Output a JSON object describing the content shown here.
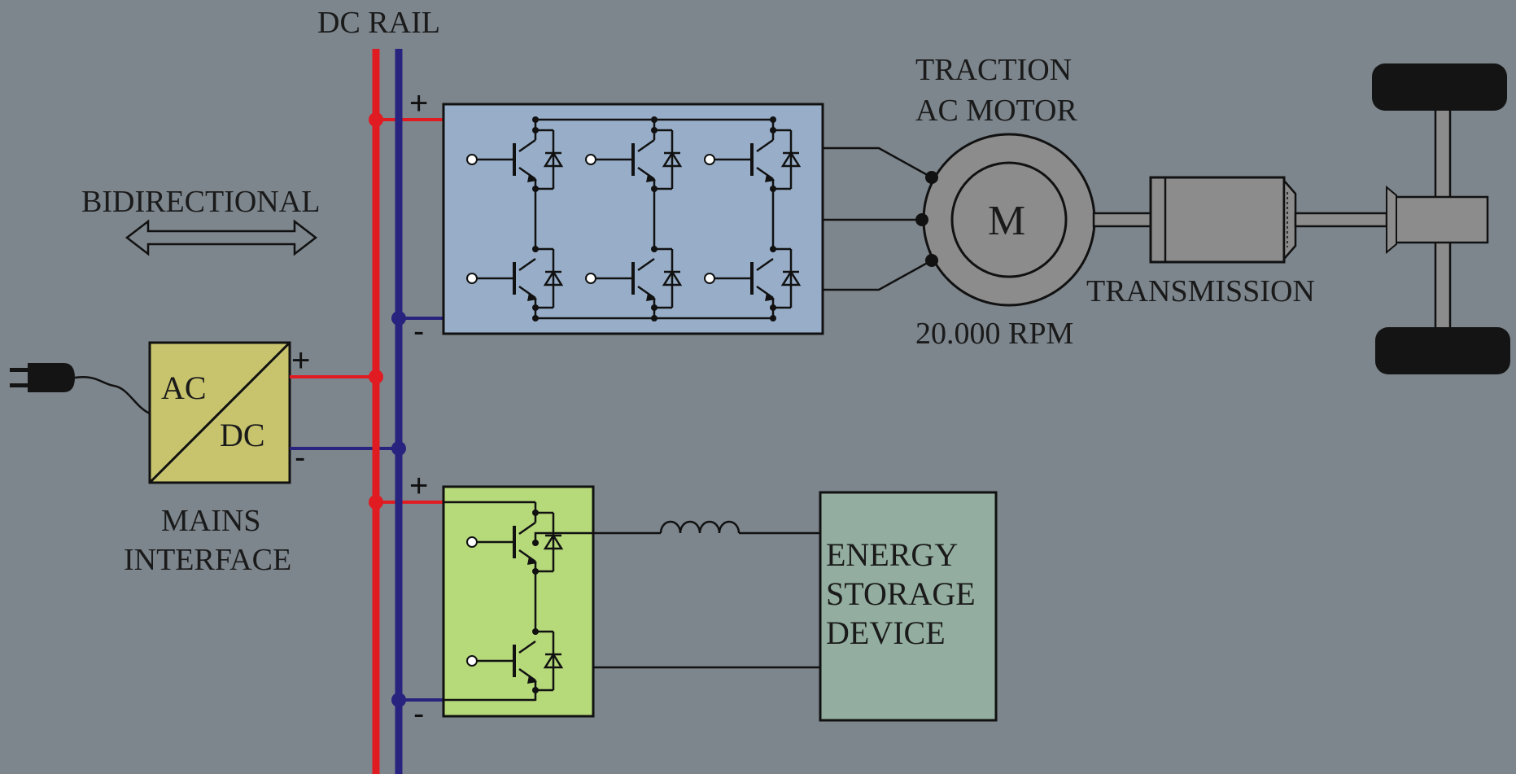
{
  "labels": {
    "dc_rail": "DC RAIL",
    "bidirectional": "BIDIRECTIONAL",
    "traction_motor_line1": "TRACTION",
    "traction_motor_line2": "AC MOTOR",
    "motor_symbol": "M",
    "transmission": "TRANSMISSION",
    "rpm": "20.000 RPM",
    "mains_interface_line1": "MAINS",
    "mains_interface_line2": "INTERFACE",
    "converter_ac": "AC",
    "converter_dc": "DC",
    "energy_storage_line1": "ENERGY",
    "energy_storage_line2": "STORAGE",
    "energy_storage_line3": "DEVICE",
    "plus": "+",
    "minus": "-"
  },
  "colors": {
    "background": "#7d868d",
    "positive_rail": "#e11b22",
    "negative_rail": "#27237e",
    "inverter_fill": "#98aec8",
    "chopper_fill": "#b6d97a",
    "mains_fill": "#c8c46e",
    "storage_fill": "#93aea0",
    "motor_fill": "#8c8c8c",
    "wheel_fill": "#141414"
  }
}
